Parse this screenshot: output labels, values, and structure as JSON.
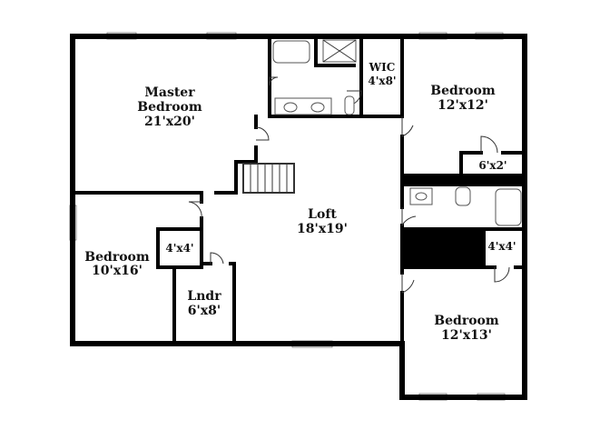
{
  "rooms": {
    "master_bedroom": {
      "name_line1": "Master",
      "name_line2": "Bedroom",
      "size": "21'x20'"
    },
    "wic": {
      "name": "WIC",
      "size": "4'x8'"
    },
    "bedroom_ne": {
      "name": "Bedroom",
      "size": "12'x12'"
    },
    "closet_ne": {
      "size": "6'x2'"
    },
    "loft": {
      "name": "Loft",
      "size": "18'x19'"
    },
    "bedroom_w": {
      "name": "Bedroom",
      "size": "10'x16'"
    },
    "closet_w": {
      "size": "4'x4'"
    },
    "laundry": {
      "name": "Lndr",
      "size": "6'x8'"
    },
    "closet_e": {
      "size": "4'x4'"
    },
    "bedroom_se": {
      "name": "Bedroom",
      "size": "12'x13'"
    }
  }
}
